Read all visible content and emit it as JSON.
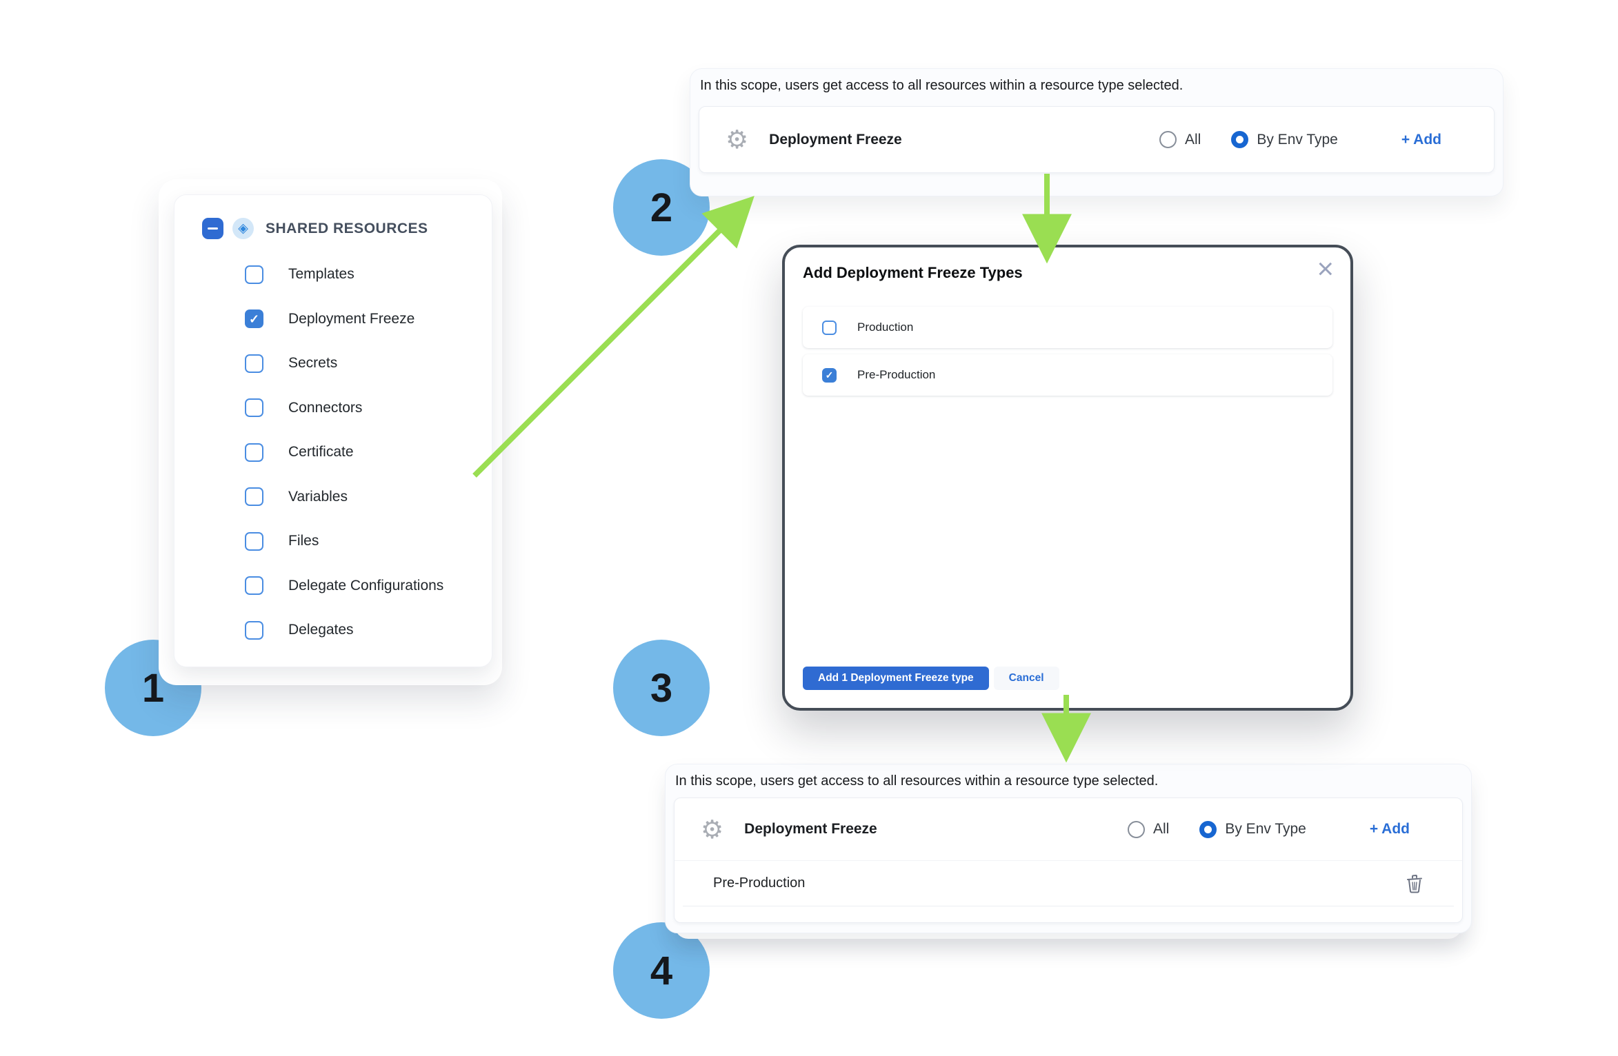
{
  "colors": {
    "accent_blue": "#2f6bd2",
    "checkbox_blue": "#3b7fd7",
    "circle_blue": "#74b8e8",
    "arrow_green": "#9ade52",
    "modal_border": "#454d57"
  },
  "icons": {
    "check": "✓",
    "diamond": "◈",
    "gear": "⚙",
    "close": "×"
  },
  "steps": {
    "one": "1",
    "two": "2",
    "three": "3",
    "four": "4"
  },
  "shared_panel": {
    "title": "SHARED RESOURCES",
    "items": [
      {
        "label": "Templates",
        "checked": false
      },
      {
        "label": "Deployment Freeze",
        "checked": true
      },
      {
        "label": "Secrets",
        "checked": false
      },
      {
        "label": "Connectors",
        "checked": false
      },
      {
        "label": "Certificate",
        "checked": false
      },
      {
        "label": "Variables",
        "checked": false
      },
      {
        "label": "Files",
        "checked": false
      },
      {
        "label": "Delegate Configurations",
        "checked": false
      },
      {
        "label": "Delegates",
        "checked": false
      }
    ]
  },
  "scope_top": {
    "description": "In this scope, users get access to all resources within a resource type selected.",
    "resource_label": "Deployment Freeze",
    "radio_all_label": "All",
    "radio_env_label": "By Env Type",
    "radio_selected": "By Env Type",
    "add_label": "+ Add"
  },
  "modal": {
    "title": "Add Deployment Freeze Types",
    "options": [
      {
        "label": "Production",
        "checked": false
      },
      {
        "label": "Pre-Production",
        "checked": true
      }
    ],
    "primary_label": "Add 1 Deployment Freeze type",
    "cancel_label": "Cancel"
  },
  "scope_bottom": {
    "description": "In this scope, users get access to all resources within a resource type selected.",
    "resource_label": "Deployment Freeze",
    "radio_all_label": "All",
    "radio_env_label": "By Env Type",
    "radio_selected": "By Env Type",
    "add_label": "+ Add",
    "entries": [
      {
        "label": "Pre-Production"
      }
    ]
  }
}
